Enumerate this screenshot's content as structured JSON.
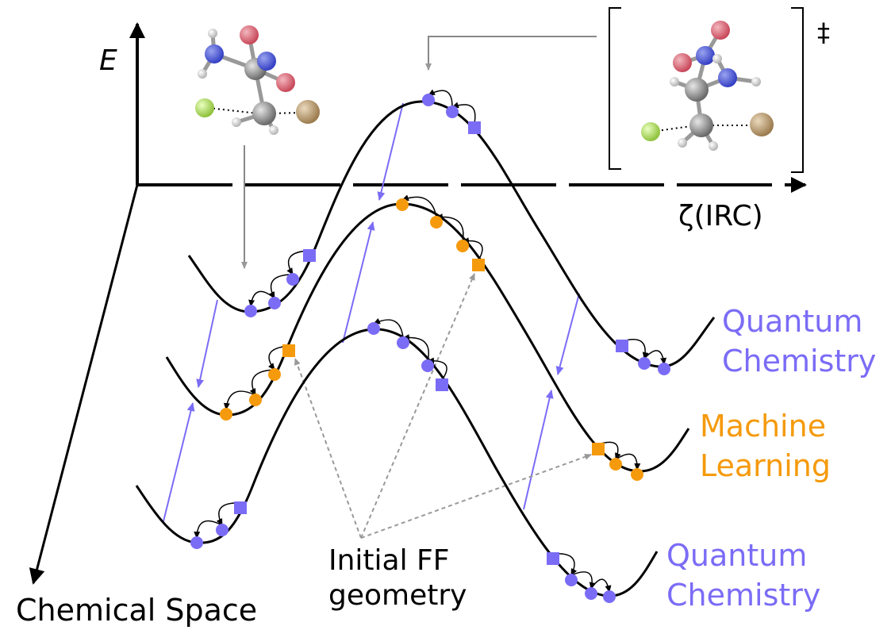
{
  "axes": {
    "energy_label": "E",
    "reaction_coord_label": "ζ(IRC)",
    "chemical_space_label": "Chemical Space"
  },
  "ts_marker": "‡",
  "curve_labels": {
    "top": {
      "line1": "Quantum",
      "line2": "Chemistry"
    },
    "middle": {
      "line1": "Machine",
      "line2": "Learning"
    },
    "bottom": {
      "line1": "Quantum",
      "line2": "Chemistry"
    }
  },
  "initial_ff": {
    "line1": "Initial FF",
    "line2": "geometry"
  },
  "colors": {
    "quantum": "#7b6cf6",
    "machine_learning": "#f59a0c",
    "curve": "#000000",
    "guide": "#888888"
  }
}
